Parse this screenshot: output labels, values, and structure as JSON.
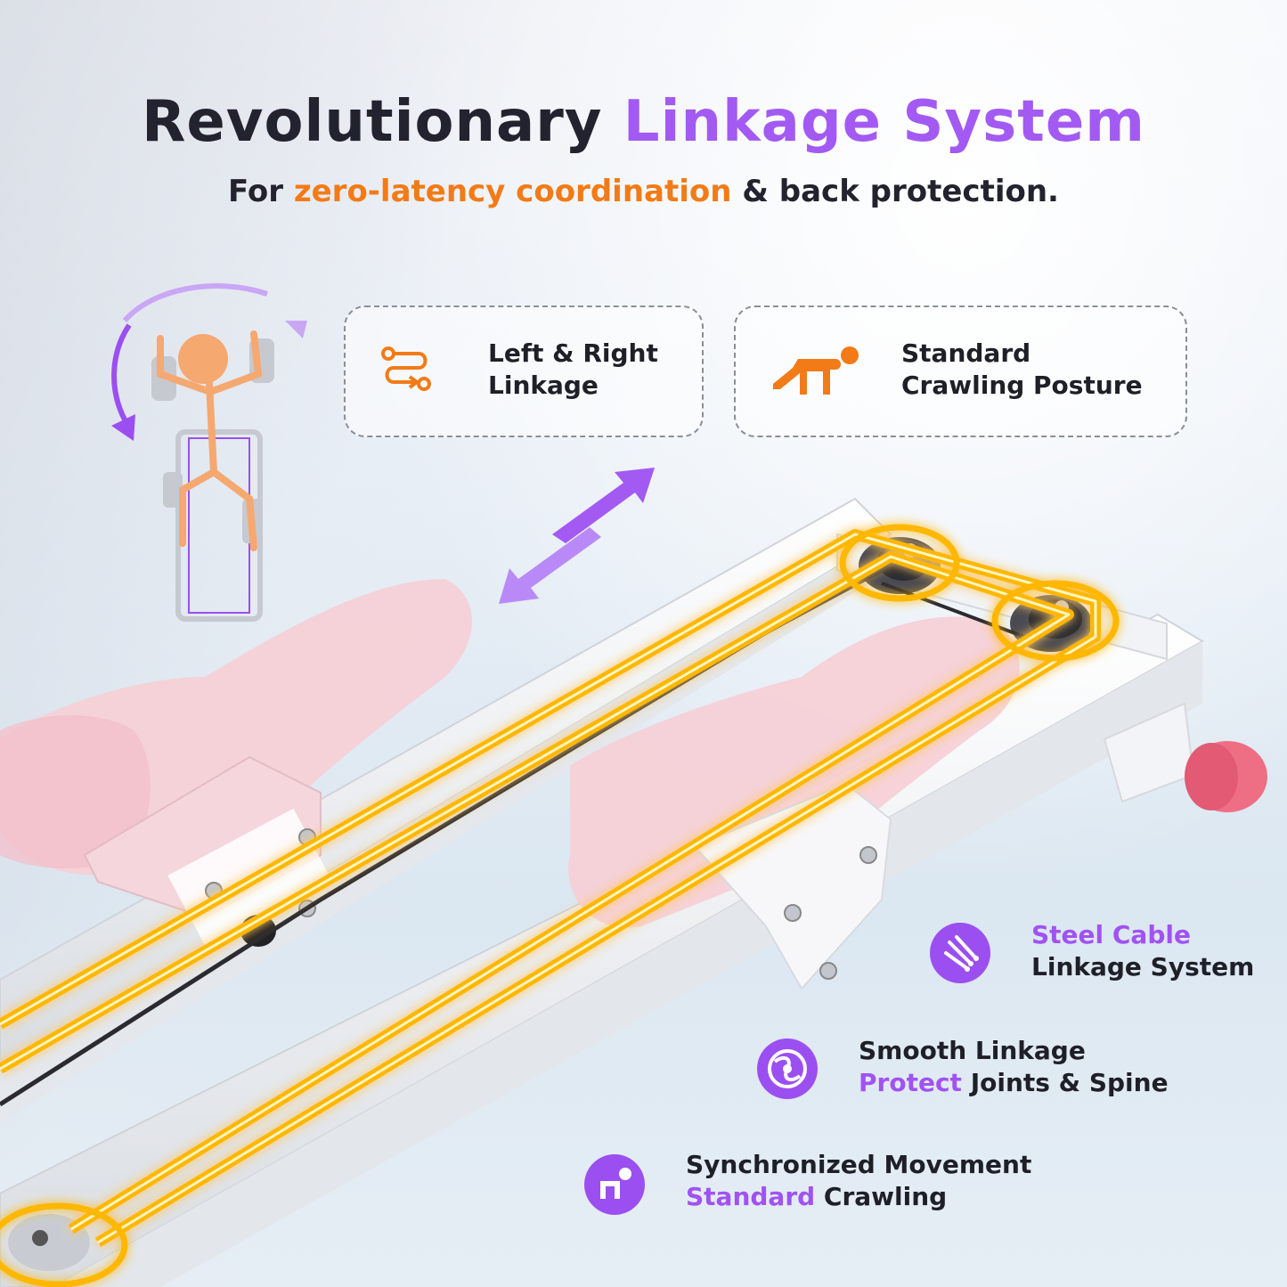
{
  "headline": {
    "part1": "Revolutionary",
    "part2": "Linkage System"
  },
  "subheadline": {
    "part1": "For",
    "part2": "zero-latency coordination",
    "part3": "& back protection."
  },
  "cards": [
    {
      "icon": "linkage-path-icon",
      "line1": "Left & Right",
      "line2": "Linkage"
    },
    {
      "icon": "crawling-person-icon",
      "line1": "Standard",
      "line2": "Crawling Posture"
    }
  ],
  "features": [
    {
      "icon": "steel-cable-icon",
      "line1": "Steel Cable",
      "line2": "Linkage System"
    },
    {
      "icon": "smooth-linkage-icon",
      "line1": "Smooth Linkage",
      "line2_hl": "Protect",
      "line2_rest": "Joints & Spine"
    },
    {
      "icon": "crawling-figure-icon",
      "line1": "Synchronized Movement",
      "line2_hl": "Standard",
      "line2_rest": "Crawling"
    }
  ],
  "colors": {
    "purple_accent": "#a35af3",
    "orange_accent": "#f27b17",
    "cable_glow": "#ffc21a",
    "pad_pink": "#f4c7cf"
  }
}
